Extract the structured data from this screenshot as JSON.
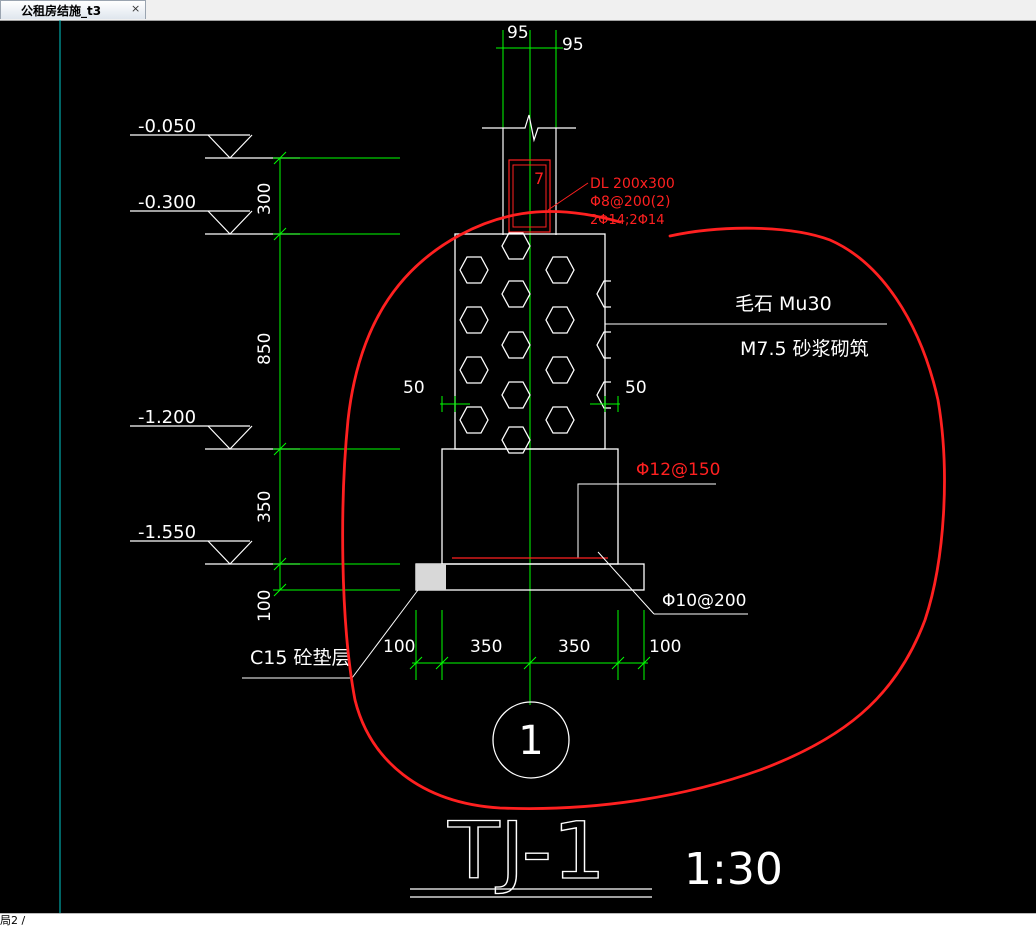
{
  "tab": {
    "title": "公租房结施_t3",
    "close": "×"
  },
  "drawing": {
    "dims_top": [
      "95",
      "95"
    ],
    "elevations": [
      "-0.050",
      "-0.300",
      "-1.200",
      "-1.550"
    ],
    "vertical_dims": [
      "300",
      "850",
      "350",
      "100"
    ],
    "beam_label": [
      "DL 200x300",
      "Φ8@200(2)",
      "2Φ14;2Φ14"
    ],
    "beam_stirrup_mark": "7",
    "material_1": "毛石 Mu30",
    "material_2": "M7.5  砂浆砌筑",
    "offset_left": "50",
    "offset_right": "50",
    "rebar_1": "Φ12@150",
    "rebar_2": "Φ10@200",
    "cushion": "C15  砼垫层",
    "bottom_dims": [
      "100",
      "350",
      "350",
      "100"
    ],
    "axis_number": "1",
    "title": "TJ-1",
    "scale": "1:30"
  },
  "colors": {
    "line": "#ffffff",
    "dimension": "#00ff00",
    "red": "#ff2020",
    "cushion_fill": "#d8d8d8",
    "cyan": "#00c8c8"
  },
  "status": {
    "text": "局2 /"
  }
}
